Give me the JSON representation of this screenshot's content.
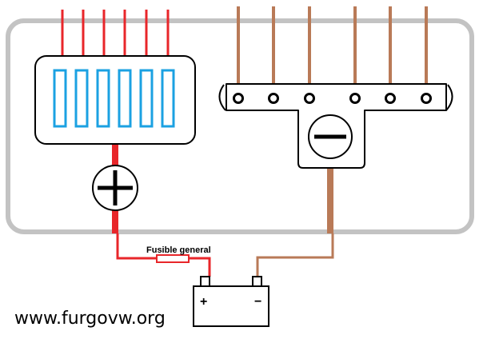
{
  "diagram": {
    "fuse_label": "Fusible general",
    "battery_plus": "+",
    "battery_minus": "−",
    "watermark": "www.furgovw.org",
    "colors": {
      "positive": "#e8262a",
      "negative": "#b97a57",
      "fuse_slot": "#1ba1e2",
      "vehicle_outline": "#c3c3c3",
      "stroke": "#000000"
    },
    "positive_block": {
      "fuse_slots": 6,
      "wires": 6
    },
    "negative_block": {
      "holes": 6,
      "wires": 6
    }
  }
}
